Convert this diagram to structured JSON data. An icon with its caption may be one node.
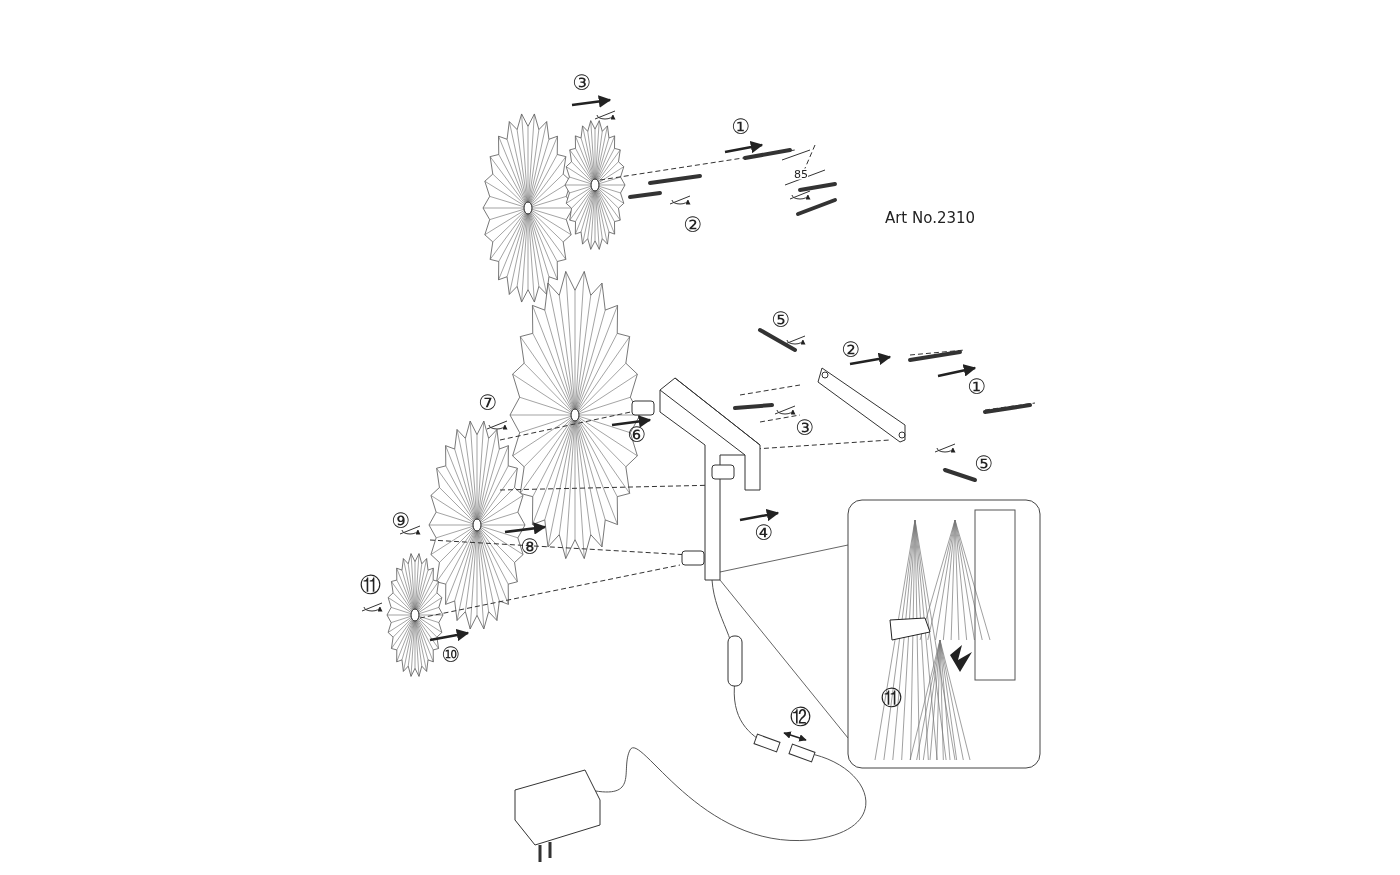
{
  "diagram": {
    "nodes": [
      {
        "text": [],
        "shape": "picture"
      },
      {
        "text": [],
        "shape": "picture"
      }
    ],
    "edges": [
      {
        "from": 0,
        "to": 1,
        "arrow": "none"
      },
      {
        "from": 0,
        "to": 1,
        "arrow": "none"
      }
    ],
    "labels": [
      "③",
      "①",
      "85",
      "②",
      "Art No.2310",
      "⑤",
      "②",
      "①",
      "⑦",
      "⑥",
      "③",
      "⑤",
      "⑨",
      "⑧",
      "④",
      "⑪",
      "⑩",
      "⑪",
      "⑫"
    ]
  }
}
